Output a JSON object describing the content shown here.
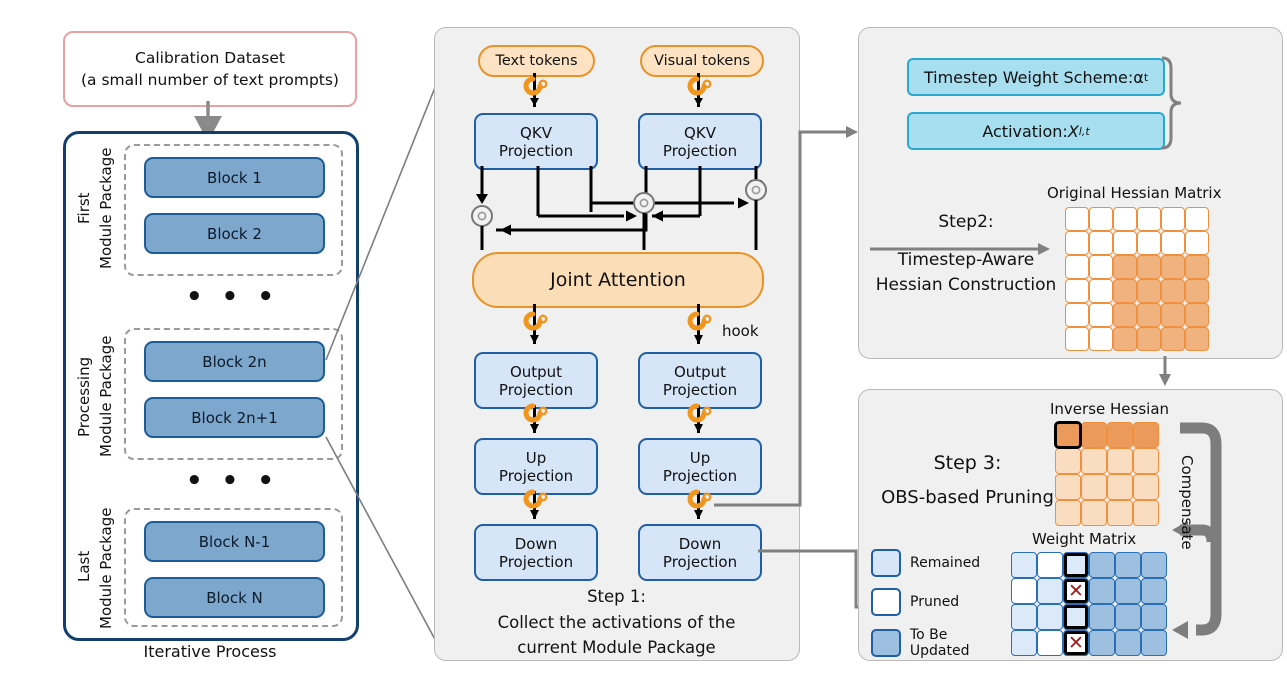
{
  "left": {
    "calibration": {
      "line1": "Calibration Dataset",
      "line2": "(a small number of text prompts)"
    },
    "caption": "Iterative Process",
    "packages": [
      {
        "side_label": "First",
        "sub_label": "Module Package",
        "blocks": [
          "Block 1",
          "Block 2"
        ]
      },
      {
        "side_label": "Processing",
        "sub_label": "Module Package",
        "blocks": [
          "Block 2n",
          "Block 2n+1"
        ]
      },
      {
        "side_label": "Last",
        "sub_label": "Module Package",
        "blocks": [
          "Block N-1",
          "Block N"
        ]
      }
    ],
    "ellipsis": "• • •"
  },
  "middle": {
    "tokens": {
      "text": "Text tokens",
      "visual": "Visual tokens"
    },
    "qkv": "QKV\nProjection",
    "qkv_line1": "QKV",
    "qkv_line2": "Projection",
    "joint_attention": "Joint Attention",
    "hook_label": "hook",
    "output_l1": "Output",
    "output_l2": "Projection",
    "up_l1": "Up",
    "up_l2": "Projection",
    "down_l1": "Down",
    "down_l2": "Projection",
    "step1_title": "Step 1:",
    "step1_line1": "Collect the activations of the",
    "step1_line2": "current Module Package"
  },
  "step2": {
    "weight_scheme_label": "Timestep Weight Scheme: ",
    "weight_scheme_sym": "α",
    "weight_scheme_sub": "t",
    "activation_label": "Activation: ",
    "activation_sym": "X",
    "activation_sub": "l,t",
    "arrow_title": "Step2:",
    "arrow_line1": "Timestep-Aware",
    "arrow_line2": "Hessian Construction",
    "matrix_title": "Original Hessian Matrix",
    "matrix_rows": 6,
    "matrix_cols": 6,
    "matrix_fill": [
      [
        0,
        0,
        0,
        0,
        0,
        0
      ],
      [
        0,
        0,
        0,
        0,
        0,
        0
      ],
      [
        0,
        0,
        1,
        1,
        1,
        1
      ],
      [
        0,
        0,
        1,
        1,
        1,
        1
      ],
      [
        0,
        0,
        1,
        1,
        1,
        1
      ],
      [
        0,
        0,
        1,
        1,
        1,
        1
      ]
    ]
  },
  "step3": {
    "title": "Step 3:",
    "subtitle": "OBS-based Pruning",
    "inverse_hessian_title": "Inverse Hessian",
    "inverse_hessian_rows": 4,
    "inverse_hessian_cols": 4,
    "inverse_hessian_fill": [
      [
        2,
        2,
        2,
        2
      ],
      [
        1,
        1,
        1,
        1
      ],
      [
        1,
        1,
        1,
        1
      ],
      [
        1,
        1,
        1,
        1
      ]
    ],
    "inverse_hessian_highlight": {
      "row": 0,
      "col": 0
    },
    "weight_matrix_title": "Weight Matrix",
    "weight_rows": 4,
    "weight_cols": 6,
    "weight_fill": [
      [
        "r",
        "p",
        "r",
        "u",
        "u",
        "u"
      ],
      [
        "p",
        "r",
        "p",
        "u",
        "u",
        "u"
      ],
      [
        "r",
        "r",
        "r",
        "u",
        "u",
        "u"
      ],
      [
        "r",
        "p",
        "p",
        "u",
        "u",
        "u"
      ]
    ],
    "weight_pruned_marks": [
      [
        1,
        2
      ],
      [
        3,
        2
      ]
    ],
    "weight_highlight_col": 2,
    "compensate_label": "Compensate",
    "legend": [
      {
        "key": "remained",
        "label": "Remained",
        "color": "#d6e6f8"
      },
      {
        "key": "pruned",
        "label": "Pruned",
        "color": "#ffffff"
      },
      {
        "key": "to_be_updated",
        "label": "To Be Updated",
        "color": "#9dc0e0"
      }
    ]
  },
  "colors": {
    "panel_bg": "#f0f0f0",
    "blue_block": "#7da7cd",
    "blue_block_border": "#1d5c96",
    "light_blue_box": "#d6e6f8",
    "orange_pill": "#fde3c4",
    "orange_border": "#e8932a",
    "cyan_box": "#a8dff0",
    "hessian_orange": "#f0b27f",
    "hessian_orange_dark": "#eb9a5c",
    "arrow_gray": "#808080",
    "calib_border": "#e8a0a0",
    "x_red": "#9e1b1b"
  }
}
